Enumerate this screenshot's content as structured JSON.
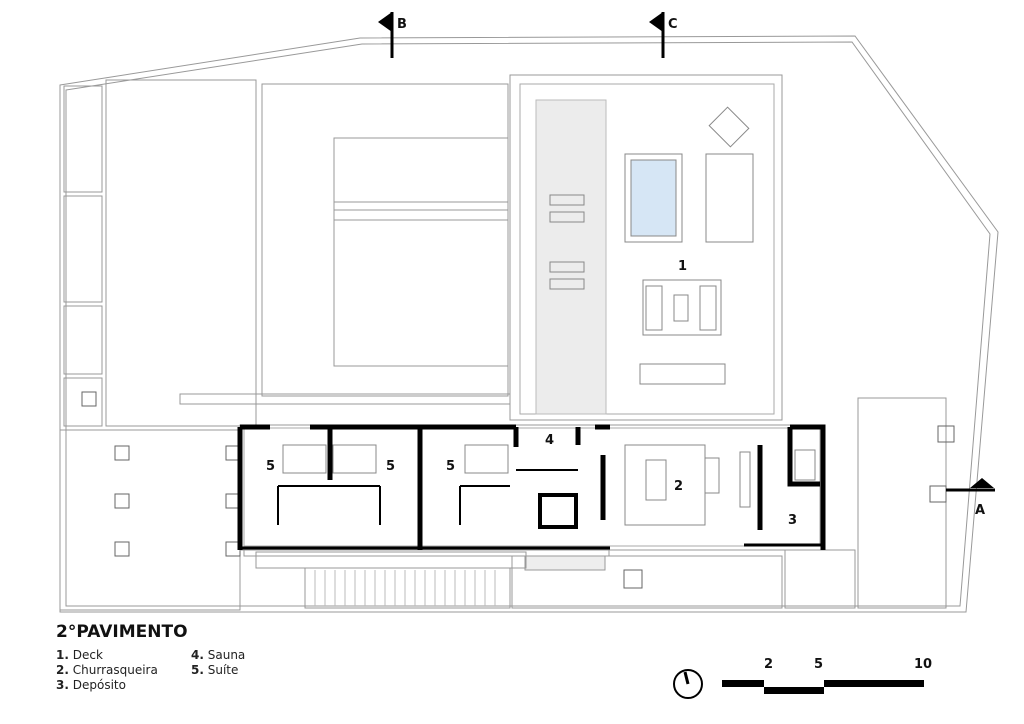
{
  "drawing": {
    "title": "2°PAVIMENTO",
    "room_labels": [
      "1",
      "2",
      "3",
      "4",
      "5",
      "5",
      "5"
    ],
    "section_markers": [
      "B",
      "C",
      "A"
    ],
    "legend": [
      {
        "num": "1.",
        "name": "Deck"
      },
      {
        "num": "2.",
        "name": "Churrasqueira"
      },
      {
        "num": "3.",
        "name": "Depósito"
      },
      {
        "num": "4.",
        "name": "Sauna"
      },
      {
        "num": "5.",
        "name": "Suíte"
      }
    ],
    "scale": {
      "ticks": [
        "2",
        "5",
        "10"
      ]
    },
    "colors": {
      "line": "#999999",
      "wall": "#000000",
      "pool": "#d6e6f5",
      "strip": "#ececec"
    }
  }
}
